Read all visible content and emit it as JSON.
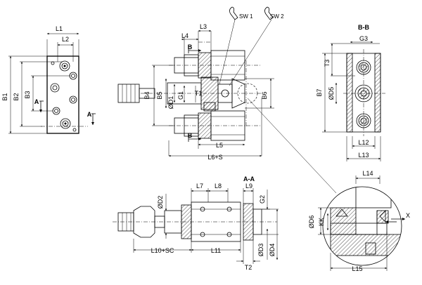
{
  "sections": {
    "bb": "B-B",
    "aa": "A-A"
  },
  "tools": {
    "sw1": "SW 1",
    "sw2": "SW 2"
  },
  "cut_markers": {
    "a": "A",
    "b": "B"
  },
  "dims": {
    "l1": "L1",
    "l2": "L2",
    "l3": "L3",
    "l4": "L4",
    "l5": "L5",
    "l6s": "L6+S",
    "l7": "L7",
    "l8": "L8",
    "l9": "L9",
    "l10sc": "L10+SC",
    "l11": "L11",
    "l12": "L12",
    "l13": "L13",
    "l14": "L14",
    "l15": "L15",
    "b1": "B1",
    "b2": "B2",
    "b3": "B3",
    "b4": "B4",
    "b5": "B5",
    "b6": "B6",
    "b7": "B7",
    "d1": "ØD1",
    "d2": "ØD2",
    "d3": "ØD3",
    "d4": "ØD4",
    "d5": "ØD5",
    "d6": "ØD6",
    "g1": "G1",
    "g2": "G2",
    "g3": "G3",
    "t1": "T1",
    "t2": "T2",
    "t3": "T3",
    "kk": "KK",
    "x": "X"
  }
}
